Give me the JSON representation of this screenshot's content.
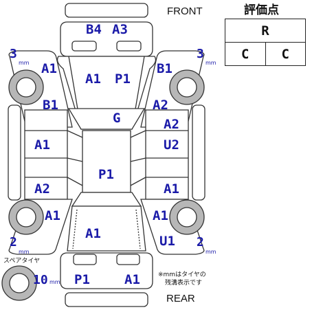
{
  "direction": {
    "front": "FRONT",
    "rear": "REAR"
  },
  "rating": {
    "title": "評価点",
    "overall": "R",
    "interior": "C",
    "exterior": "C"
  },
  "colors": {
    "code_text": "#1a1aa8",
    "outline": "#333333",
    "wheel_fill": "#b7b7b7"
  },
  "tyres": {
    "front_left": {
      "value": "3",
      "unit": "mm"
    },
    "front_right": {
      "value": "3",
      "unit": "mm"
    },
    "rear_left": {
      "value": "2",
      "unit": "mm"
    },
    "rear_right": {
      "value": "2",
      "unit": "mm"
    },
    "spare": {
      "label": "スペアタイヤ",
      "value": "10",
      "unit": "mm"
    }
  },
  "note": {
    "line1": "※mmはタイヤの",
    "line2": "残溝表示です"
  },
  "damage_codes": {
    "front_bumper_left": "B4",
    "front_bumper_right": "A3",
    "left_front_fender": "A1",
    "right_front_fender": "B1",
    "hood_left": "A1",
    "hood_right": "P1",
    "left_a_pillar": "B1",
    "right_a_pillar": "A2",
    "windshield": "G",
    "right_front_door_upper": "A2",
    "left_front_door": "A1",
    "right_front_door": "U2",
    "roof": "P1",
    "left_rear_door": "A2",
    "right_rear_door": "A1",
    "left_rear_fender": "A1",
    "right_rear_fender": "A1",
    "right_rocker": "U1",
    "trunk": "A1",
    "rear_bumper_left": "P1",
    "rear_bumper_right": "A1"
  }
}
